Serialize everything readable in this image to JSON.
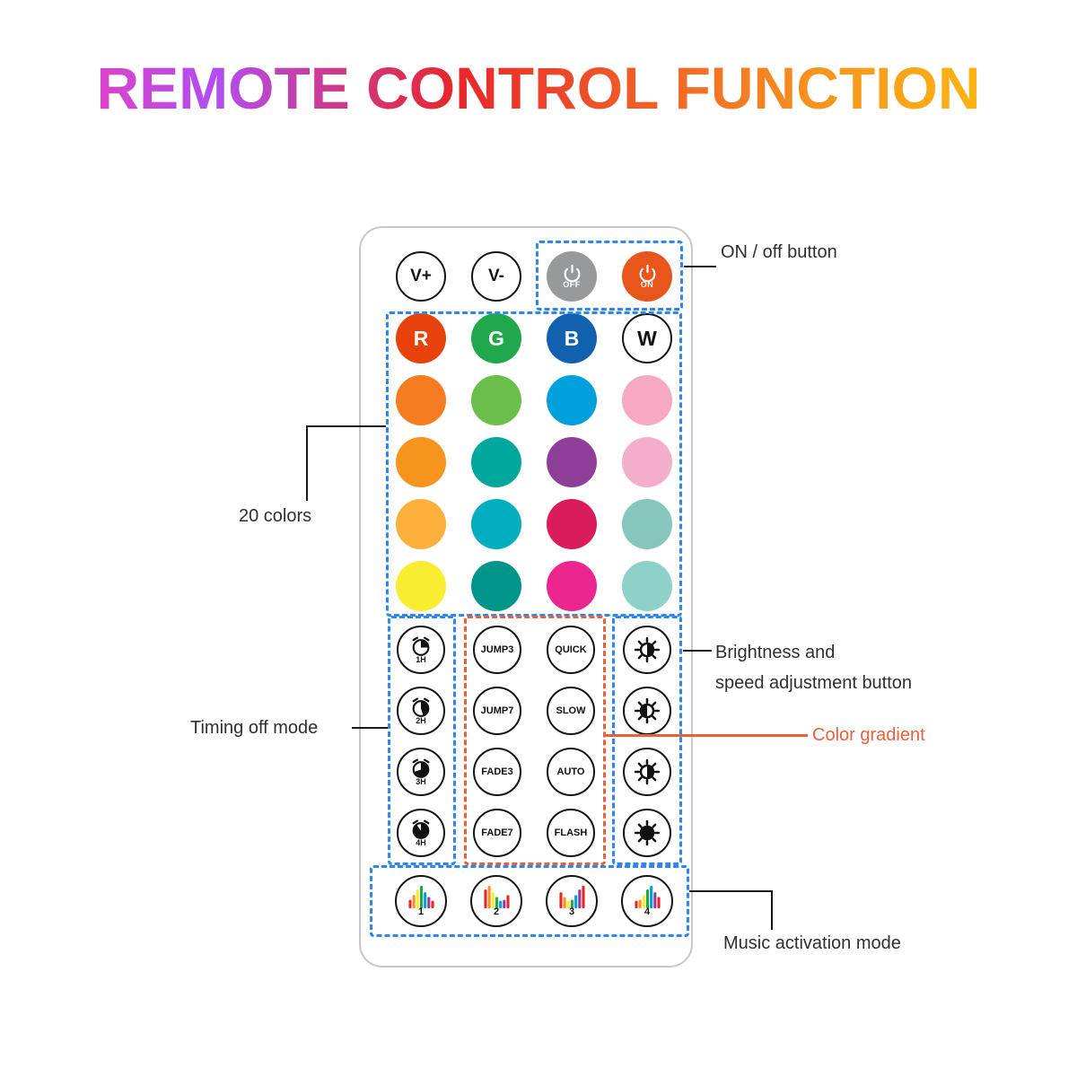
{
  "title": "REMOTE CONTROL FUNCTION",
  "colors": {
    "dashed_blue": "#2e86f0",
    "dashed_orange": "#e8613a",
    "title_gradient": [
      "#ff3aa8",
      "#b14ef0",
      "#e8262c",
      "#f05a28",
      "#f7941e",
      "#fdc70c"
    ]
  },
  "remote": {
    "top_buttons": [
      {
        "label": "V+",
        "type": "plain"
      },
      {
        "label": "V-",
        "type": "plain"
      },
      {
        "label": "OFF",
        "type": "power",
        "icon": "power-icon",
        "color": "#97999b"
      },
      {
        "label": "ON",
        "type": "power",
        "icon": "power-icon",
        "color": "#e8561c"
      }
    ],
    "color_buttons": [
      {
        "label": "R",
        "color": "#e8420c",
        "text": "#ffffff"
      },
      {
        "label": "G",
        "color": "#21a74c",
        "text": "#ffffff"
      },
      {
        "label": "B",
        "color": "#1161ae",
        "text": "#ffffff"
      },
      {
        "label": "W",
        "color": "#ffffff",
        "text": "#111111",
        "border": true
      },
      {
        "color": "#f57c20"
      },
      {
        "color": "#6abf4b"
      },
      {
        "color": "#00a0dc"
      },
      {
        "color": "#f7a8c3"
      },
      {
        "color": "#f7941e"
      },
      {
        "color": "#00a79d"
      },
      {
        "color": "#8e3f97"
      },
      {
        "color": "#f2aecb"
      },
      {
        "color": "#fbb03b"
      },
      {
        "color": "#00aebd"
      },
      {
        "color": "#da1c5c"
      },
      {
        "color": "#85c7bc"
      },
      {
        "color": "#f9ed32"
      },
      {
        "color": "#00958b"
      },
      {
        "color": "#ec268f"
      },
      {
        "color": "#8ed1c8"
      }
    ],
    "timer_buttons": [
      {
        "label": "1H",
        "icon": "alarm-clock-1h"
      },
      {
        "label": "2H",
        "icon": "alarm-clock-2h"
      },
      {
        "label": "3H",
        "icon": "alarm-clock-3h"
      },
      {
        "label": "4H",
        "icon": "alarm-clock-4h"
      }
    ],
    "mode_buttons": [
      "JUMP3",
      "QUICK",
      "JUMP7",
      "SLOW",
      "FADE3",
      "AUTO",
      "FADE7",
      "FLASH"
    ],
    "brightness_buttons": [
      {
        "icon": "brightness-down"
      },
      {
        "icon": "brightness-up"
      },
      {
        "icon": "speed-down"
      },
      {
        "icon": "speed-up"
      }
    ],
    "music_buttons": [
      {
        "label": "1",
        "icon": "equalizer"
      },
      {
        "label": "2",
        "icon": "equalizer"
      },
      {
        "label": "3",
        "icon": "equalizer"
      },
      {
        "label": "4",
        "icon": "equalizer"
      }
    ]
  },
  "annotations": {
    "on_off": "ON / off button",
    "colors": "20 colors",
    "timing": "Timing off mode",
    "brightness_line1": "Brightness and",
    "brightness_line2": "speed adjustment button",
    "gradient": "Color gradient",
    "music": "Music activation mode"
  }
}
